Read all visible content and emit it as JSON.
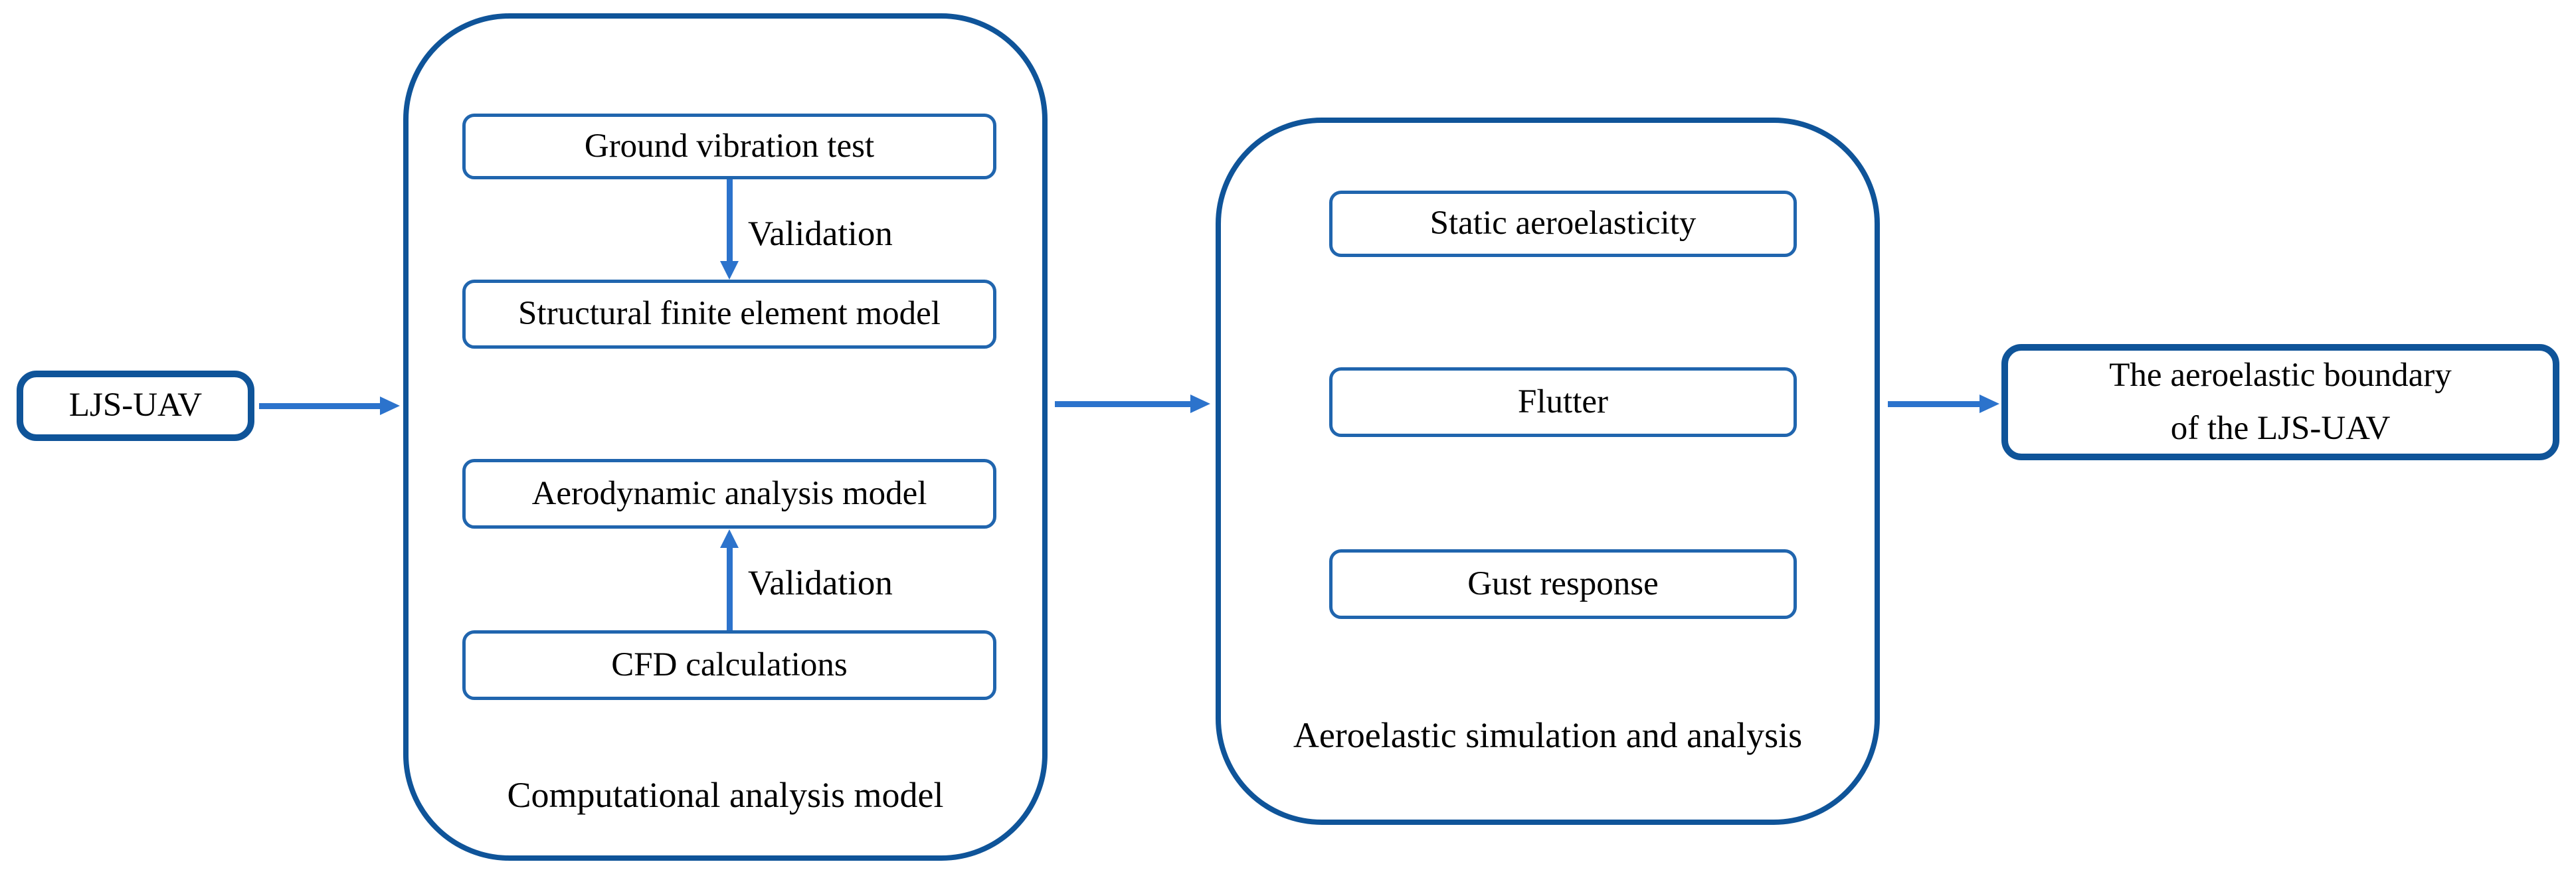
{
  "figure": {
    "type": "flowchart",
    "direction": "left-to-right"
  },
  "colors": {
    "background": "#ffffff",
    "container_border": "#0f5499",
    "node_border": "#2065ae",
    "arrow": "#2c73cc",
    "text": "#000000"
  },
  "nodes": {
    "ljs_uav": "LJS-UAV",
    "ground_vibration_test": "Ground vibration test",
    "structural_finite_element_model": "Structural finite element model",
    "aerodynamic_analysis_model": "Aerodynamic analysis model",
    "cfd_calculations": "CFD calculations",
    "static_aeroelasticity": "Static aeroelasticity",
    "flutter": "Flutter",
    "gust_response": "Gust response",
    "aeroelastic_boundary": "The aeroelastic boundary\nof the LJS-UAV"
  },
  "groups": {
    "computational": "Computational analysis model",
    "aeroelastic_simulation": "Aeroelastic simulation and analysis"
  },
  "edges": [
    {
      "from": "ljs_uav",
      "to": "computational",
      "label": ""
    },
    {
      "from": "ground_vibration_test",
      "to": "structural_finite_element_model",
      "label": "Validation"
    },
    {
      "from": "cfd_calculations",
      "to": "aerodynamic_analysis_model",
      "label": "Validation"
    },
    {
      "from": "computational",
      "to": "aeroelastic_simulation",
      "label": ""
    },
    {
      "from": "aeroelastic_simulation",
      "to": "aeroelastic_boundary",
      "label": ""
    }
  ]
}
